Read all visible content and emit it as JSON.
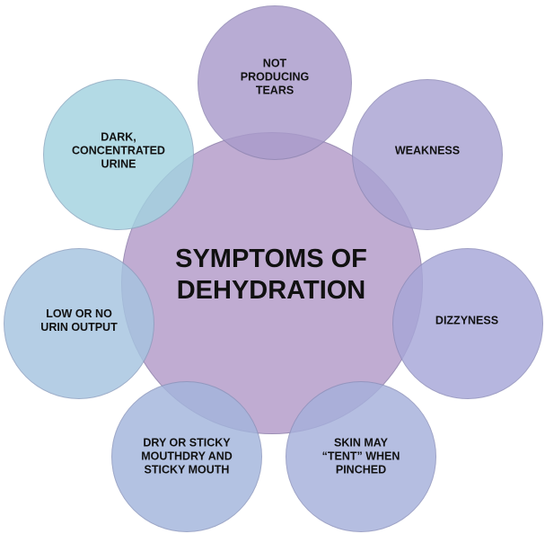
{
  "center": {
    "title": "SYMPTOMS OF\nDEHYDRATION"
  },
  "nodes": [
    {
      "label": "NOT\nPRODUCING\nTEARS",
      "color": "#a99bcb"
    },
    {
      "label": "WEAKNESS",
      "color": "#a9a3d3"
    },
    {
      "label": "DIZZYNESS",
      "color": "#a7a7d8"
    },
    {
      "label": "SKIN MAY\n“TENT” WHEN\nPINCHED",
      "color": "#a6b0db"
    },
    {
      "label": "DRY OR STICKY\nMOUTHDRY AND\nSTICKY MOUTH",
      "color": "#a3b5dc"
    },
    {
      "label": "LOW OR NO\nURIN OUTPUT",
      "color": "#a6c4e0"
    },
    {
      "label": "DARK,\nCONCENTRATED\nURINE",
      "color": "#a3d2e0"
    }
  ],
  "colors": {
    "center": "#c0acd2",
    "overlap_tint": "#8f7dbb"
  }
}
